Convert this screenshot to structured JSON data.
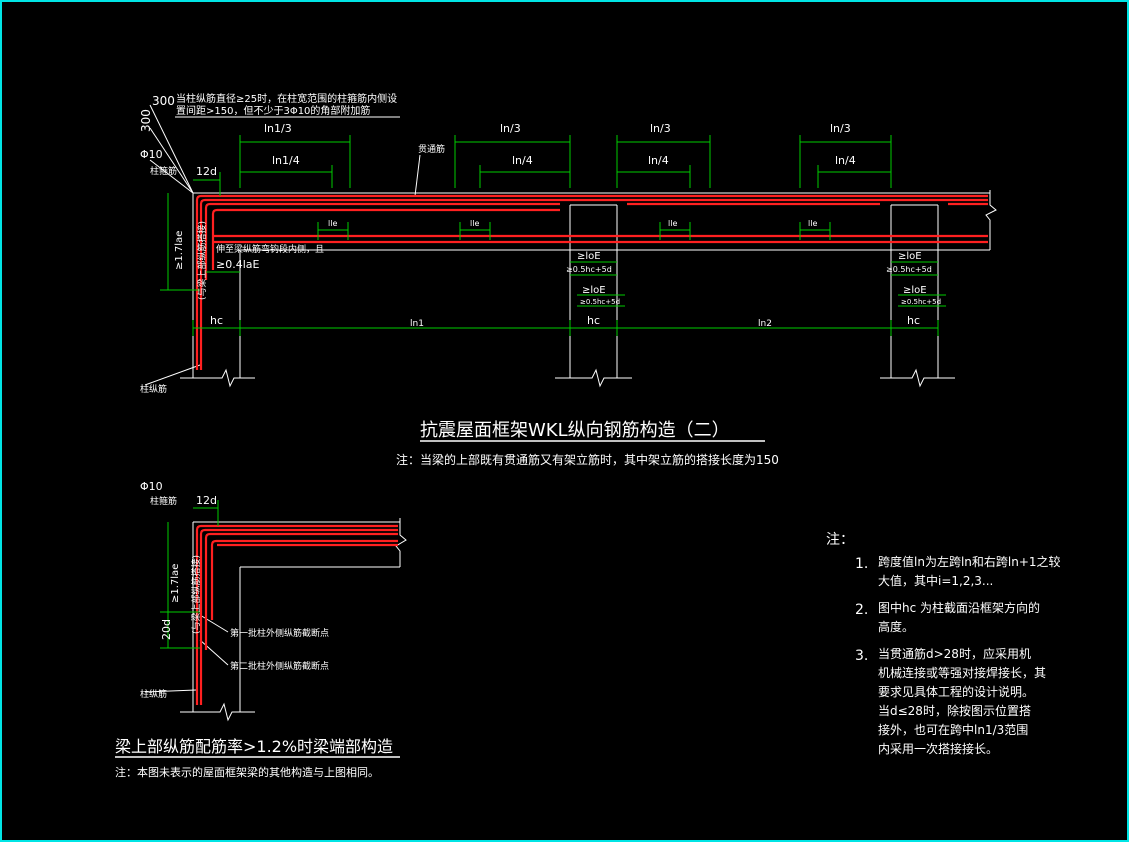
{
  "top_note": {
    "line1": "当柱纵筋直径≥25时，在柱宽范围的柱箍筋内侧设",
    "line2": "置间距>150，但不少于3Φ10的角部附加筋",
    "dim_300_a": "300",
    "dim_300_b": "300"
  },
  "top_dims": {
    "ln1_3": "ln1/3",
    "ln1_4": "ln1/4",
    "ln_3_a": "ln/3",
    "ln_4_a": "ln/4",
    "ln_3_b": "ln/3",
    "ln_4_b": "ln/4",
    "ln_3_c": "ln/3",
    "ln_4_c": "ln/4",
    "phi10": "Φ10",
    "col_hoop": "柱箍筋",
    "d12": "12d",
    "through_bar": "贯通筋"
  },
  "labels": {
    "lap_17": "≥1.7lae",
    "lap_17_note": "(与梁上部纵筋搭接)",
    "anchor_note": "伸至梁纵筋弯钩段内侧，且",
    "anchor_04": "≥0.4laE",
    "lle_1": "lle",
    "lle_2": "lle",
    "lle_3": "lle",
    "lle_4": "lle",
    "loE_1": "≥loE",
    "loE_1b": "≥0.5hc+5d",
    "loE_2": "≥loE",
    "loE_2b": "≥0.5hc+5d",
    "loE_3": "≥loE",
    "loE_3b": "≥0.5hc+5d",
    "loE_4": "≥loE",
    "loE_4b": "≥0.5hc+5d",
    "hc_1": "hc",
    "ln1": "ln1",
    "hc_2": "hc",
    "ln2": "ln2",
    "hc_3": "hc",
    "col_bar": "柱纵筋"
  },
  "main_title": "抗震屋面框架WKL纵向钢筋构造（二）",
  "main_note": "注：当梁的上部既有贯通筋又有架立筋时，其中架立筋的搭接长度为150",
  "detail": {
    "phi10": "Φ10",
    "col_hoop": "柱箍筋",
    "d12": "12d",
    "lap_17": "≥1.7lae",
    "lap_17_note": "(与梁上部纵筋搭接)",
    "d20": "20d",
    "cut1": "第一批柱外侧纵筋截断点",
    "cut2": "第二批柱外侧纵筋截断点",
    "col_bar": "柱纵筋",
    "title": "梁上部纵筋配筋率>1.2%时梁端部构造",
    "note": "注：本图未表示的屋面框架梁的其他构造与上图相同。"
  },
  "notes": {
    "head": "注：",
    "n1_num": "1.",
    "n1_l1": "跨度值ln为左跨ln和右跨ln+1之较",
    "n1_l2": "大值，其中i=1,2,3...",
    "n2_num": "2.",
    "n2_l1": "图中hc 为柱截面沿框架方向的",
    "n2_l2": "高度。",
    "n3_num": "3.",
    "n3_l1": "当贯通筋d>28时，应采用机",
    "n3_l2": "机械连接或等强对接焊接长，其",
    "n3_l3": "要求见具体工程的设计说明。",
    "n3_l4": "当d≤28时，除按图示位置搭",
    "n3_l5": "接外，也可在跨中ln1/3范围",
    "n3_l6": "内采用一次搭接接长。"
  },
  "colors": {
    "frame": "#00e5e5",
    "rebar": "#ff2020",
    "dim": "#00cc00",
    "line": "#ffffff"
  }
}
